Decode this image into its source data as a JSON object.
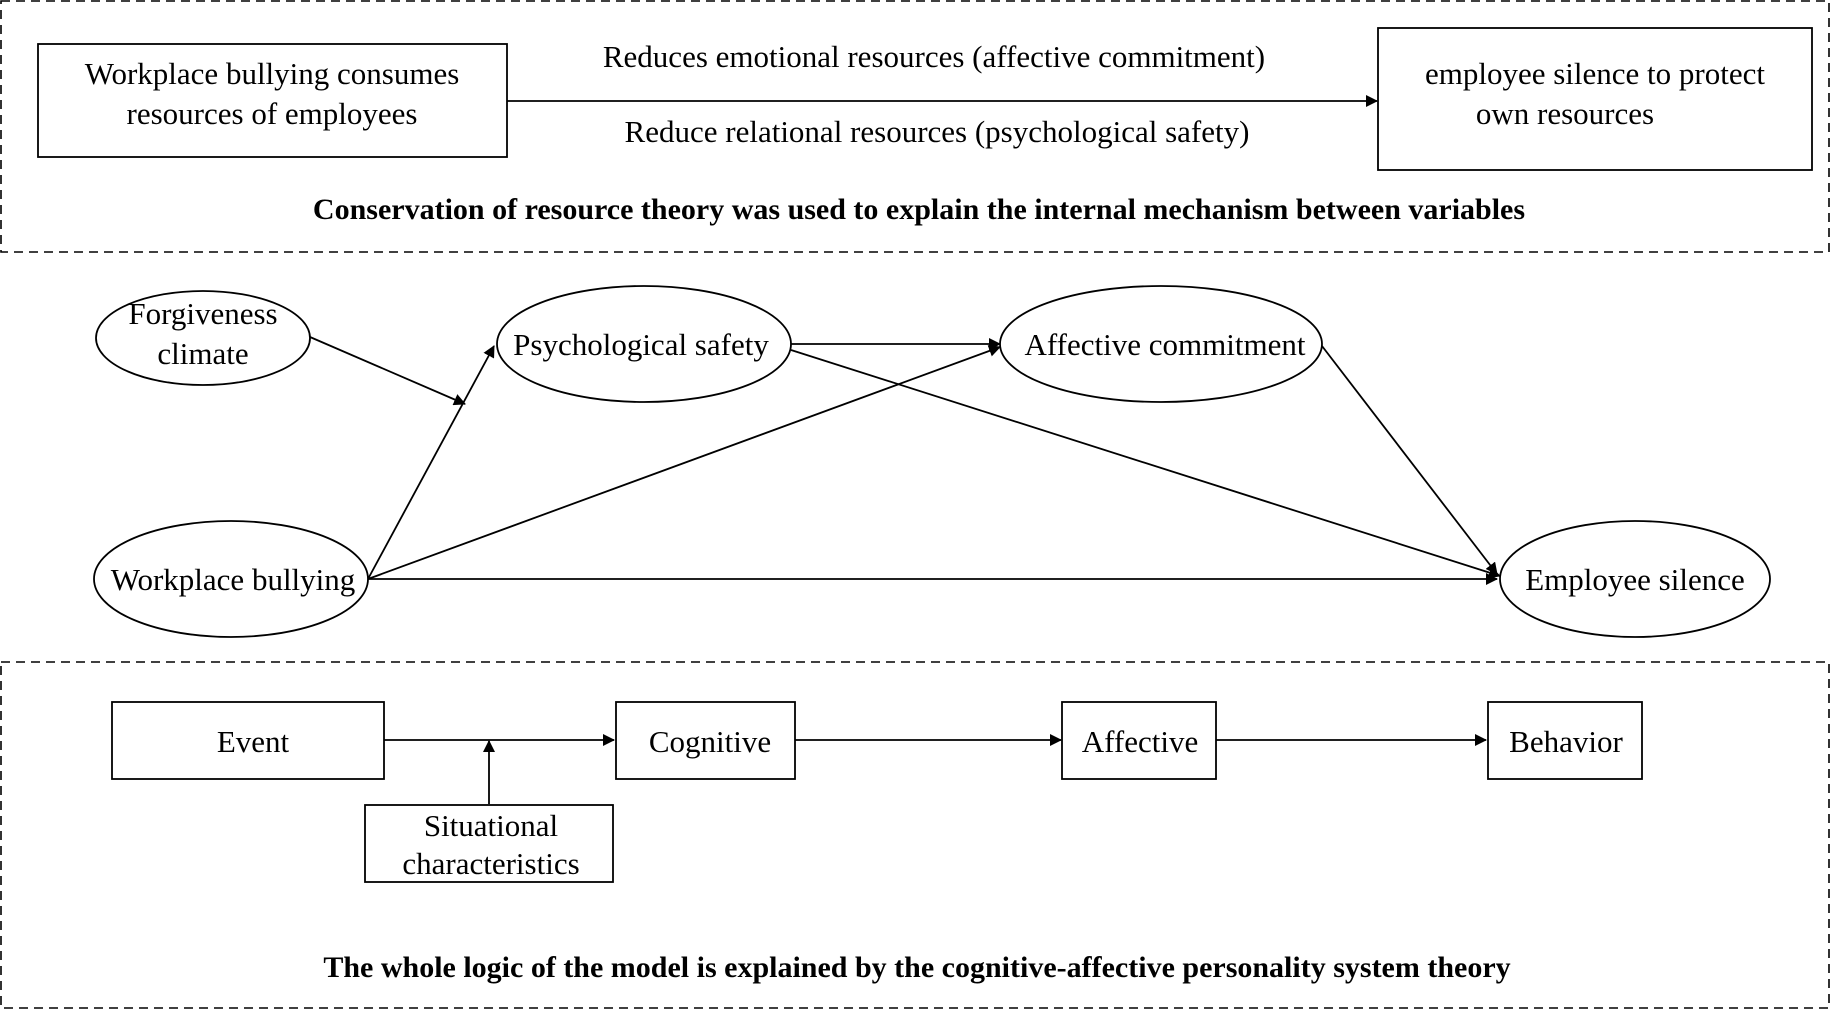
{
  "top_section": {
    "source_box_line1": "Workplace bullying consumes",
    "source_box_line2": "resources of employees",
    "arrow_label_upper": "Reduces emotional resources (affective commitment)",
    "arrow_label_lower": "Reduce relational resources (psychological safety)",
    "target_box_line1": "employee silence to protect",
    "target_box_line2": "own resources",
    "caption": "Conservation of resource theory was used to explain the internal mechanism between variables"
  },
  "model": {
    "forgiveness_line1": "Forgiveness",
    "forgiveness_line2": "climate",
    "psychological_safety": "Psychological safety",
    "affective_commitment": "Affective commitment",
    "workplace_bullying": "Workplace bullying",
    "employee_silence": "Employee silence"
  },
  "bottom_section": {
    "event": "Event",
    "cognitive": "Cognitive",
    "affective": "Affective",
    "behavior": "Behavior",
    "situational_line1": "Situational",
    "situational_line2": "characteristics",
    "caption": "The whole logic of the model is explained by the cognitive-affective personality system theory"
  }
}
